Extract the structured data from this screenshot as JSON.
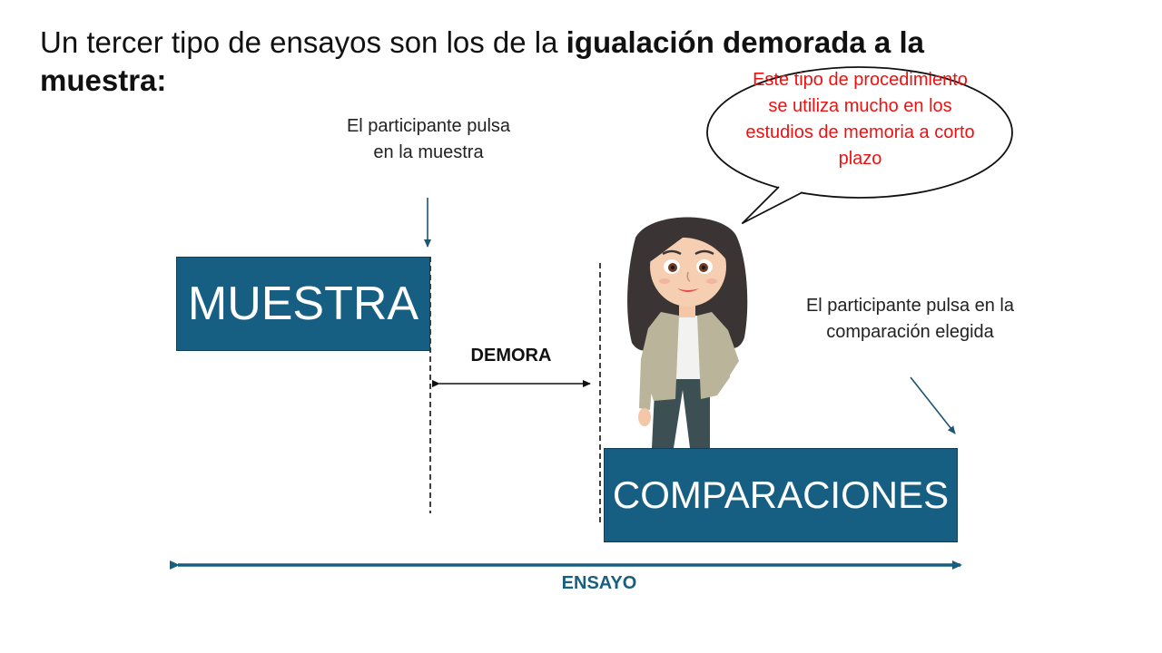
{
  "title": {
    "regular": "Un tercer tipo de ensayos son los de la ",
    "bold": "igualación demorada a la muestra:"
  },
  "boxes": {
    "sample": "MUESTRA",
    "comparisons": "COMPARACIONES"
  },
  "notes": {
    "sample_press": "El participante pulsa en la muestra",
    "comparison_press": "El participante pulsa en la comparación elegida"
  },
  "labels": {
    "delay": "DEMORA",
    "trial": "ENSAYO"
  },
  "speech_bubble": "Este tipo de procedimiento se utiliza mucho en los estudios de memoria a corto plazo",
  "colors": {
    "box_fill": "#175f82",
    "trial_arrow": "#175f82",
    "bubble_text": "#ee1111"
  },
  "illustration": "woman-cartoon"
}
